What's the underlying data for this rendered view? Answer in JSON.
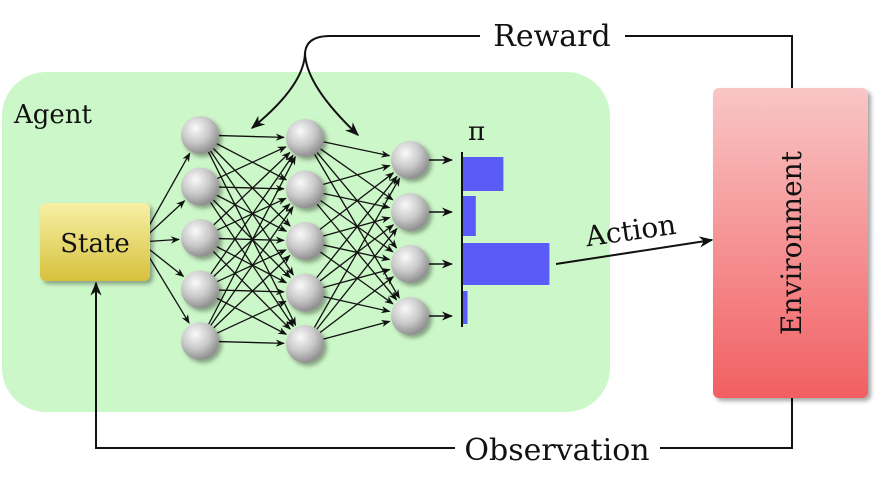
{
  "diagram": {
    "agent_label": "Agent",
    "state_label": "State",
    "policy_symbol": "π",
    "action_label": "Action",
    "environment_label": "Environment",
    "reward_label": "Reward",
    "observation_label": "Observation"
  },
  "network": {
    "layers": [
      5,
      5,
      4
    ],
    "policy_bars": [
      0.45,
      0.15,
      0.95,
      0.06
    ]
  },
  "colors": {
    "agent_bg": "#ccf7c8",
    "state_fill_top": "#f7f0a6",
    "state_fill_bottom": "#d7c13c",
    "environment_fill_top": "#f9c6c6",
    "environment_fill_bottom": "#f25f62",
    "policy_bar": "#5b5bf7",
    "node_fill": "#bdbdbd"
  }
}
